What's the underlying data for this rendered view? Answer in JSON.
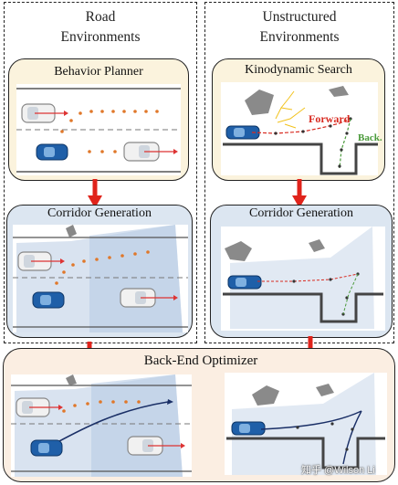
{
  "columns": {
    "left": {
      "title_line1": "Road",
      "title_line2": "Environments"
    },
    "right": {
      "title_line1": "Unstructured",
      "title_line2": "Environments"
    }
  },
  "boxes": {
    "behavior_planner": "Behavior Planner",
    "kinodynamic_search": "Kinodynamic Search",
    "corridor_left": "Corridor Generation",
    "corridor_right": "Corridor Generation",
    "backend": "Back-End Optimizer"
  },
  "labels": {
    "forward": "Forward",
    "back": "Back."
  },
  "watermark": "知乎 @Wilson Li",
  "colors": {
    "top_box_fill": "#fbf3dd",
    "corridor_fill": "#dce6f1",
    "backend_fill": "#fbeee2",
    "arrow_red": "#e0231b",
    "car_blue": "#1f5fa8",
    "dot_orange": "#e0782a",
    "forward_red": "#d82a20",
    "back_green": "#4a9a3a"
  }
}
